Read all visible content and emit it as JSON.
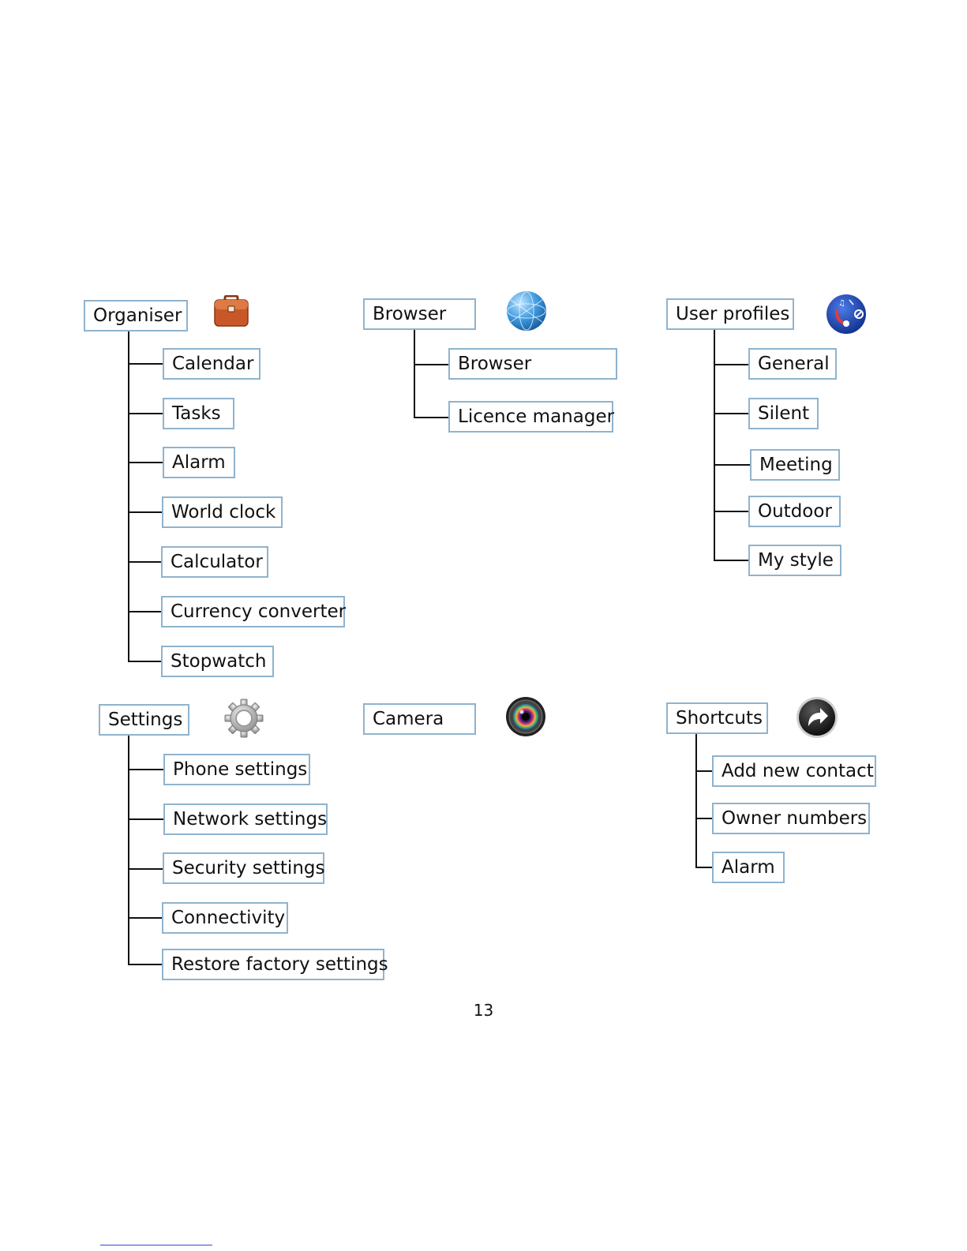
{
  "menus": {
    "organiser": {
      "title": "Organiser",
      "icon": "briefcase-icon",
      "items": [
        "Calendar",
        "Tasks",
        "Alarm",
        "World clock",
        "Calculator",
        "Currency converter",
        "Stopwatch"
      ]
    },
    "browser": {
      "title": "Browser",
      "icon": "globe-icon",
      "items": [
        "Browser",
        "Licence manager"
      ]
    },
    "user_profiles": {
      "title": "User profiles",
      "icon": "profile-dial-icon",
      "items": [
        "General",
        "Silent",
        "Meeting",
        "Outdoor",
        "My style"
      ]
    },
    "settings": {
      "title": "Settings",
      "icon": "gear-icon",
      "items": [
        "Phone settings",
        "Network settings",
        "Security settings",
        "Connectivity",
        "Restore factory settings"
      ]
    },
    "camera": {
      "title": "Camera",
      "icon": "camera-lens-icon",
      "items": []
    },
    "shortcuts": {
      "title": "Shortcuts",
      "icon": "shortcut-arrow-icon",
      "items": [
        "Add new contact",
        "Owner numbers",
        "Alarm"
      ]
    }
  },
  "page": {
    "number": "13"
  },
  "colors": {
    "box_border": "#8fb3cd",
    "connector": "#111111",
    "organiser_icon": "#c8582a",
    "browser_icon": "#2f8fd8",
    "profiles_icon": "#1c47b8",
    "footer_rule": "#2a4fd6"
  }
}
